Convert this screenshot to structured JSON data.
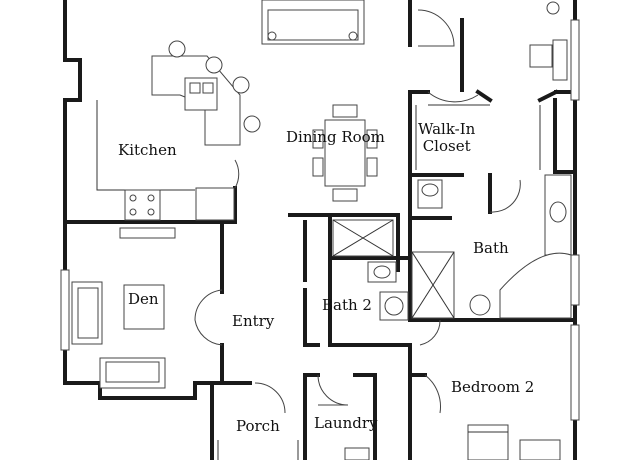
{
  "floor_plan": {
    "rooms": [
      {
        "id": "kitchen",
        "label": "Kitchen"
      },
      {
        "id": "dining",
        "label": "Dining Room"
      },
      {
        "id": "walkin",
        "label": "Walk-In\nCloset"
      },
      {
        "id": "den",
        "label": "Den"
      },
      {
        "id": "entry",
        "label": "Entry"
      },
      {
        "id": "bath",
        "label": "Bath"
      },
      {
        "id": "bath2",
        "label": "Bath 2"
      },
      {
        "id": "porch",
        "label": "Porch"
      },
      {
        "id": "laundry",
        "label": "Laundry"
      },
      {
        "id": "bedroom2",
        "label": "Bedroom 2"
      }
    ],
    "colors": {
      "wall": "#1a1a1a",
      "fixture": "#444444",
      "background": "#ffffff"
    }
  }
}
